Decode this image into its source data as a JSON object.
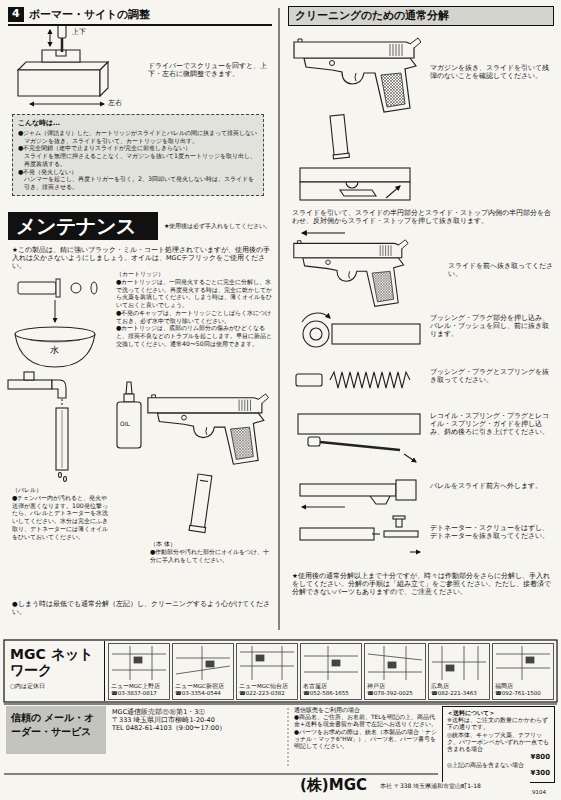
{
  "diagram": {
    "nodes": [
      {
        "text": [
          "4",
          "ボーマー・サイトの調整"
        ]
      },
      {
        "text": [
          "こんな時は…",
          "●ジャム（弾詰まり）した、カートリッジがスライドとバレルの間に挟まって排莢しない",
          "マガジンを抜き、スライドを引いて、カートリッジを取り出す。",
          "●不完全閉鎖（途中で止まりスライドが完全に前進しきらない）",
          "スライドを無理に押さえることなく、マガジンを抜いて1度カートリッジを取り出し、再度装填する。",
          "●不発（発火しない）",
          "ハンマーを起こし、再度トリガーを引く。2、3回叩いて発火しない時は、スライドを引き、排莢させる。"
        ]
      },
      {
        "text": [
          "メンテナンス"
        ]
      },
      {
        "text": [
          "クリーニングのための通常分解"
        ]
      },
      {
        "text": [
          "MGC ネットワーク",
          "○内は定休日"
        ]
      },
      {
        "text": [
          "ニューMGC上野店",
          "☎03-3837-0817"
        ]
      },
      {
        "text": [
          "ニューMGC新宿店",
          "☎03-3354-0544"
        ]
      },
      {
        "text": [
          "ニューMGC仙台店",
          "☎022-223-0382"
        ]
      },
      {
        "text": [
          "名古屋店",
          "☎052-586-1655"
        ]
      },
      {
        "text": [
          "神戸店",
          "☎078-392-0025"
        ]
      },
      {
        "text": [
          "広島店",
          "☎082-221-3463"
        ]
      },
      {
        "text": [
          "福岡店",
          "☎092-761-1500"
        ]
      },
      {
        "text": [
          "信頼の メール・オーダー・サービス"
        ]
      },
      {
        "text": [
          "＜送料について＞",
          "※送料は、ご注文の数量にかかわらず下の通りです。",
          "◎銃本体、キャップ火薬、テフリック、パワーボンベがいずれか一点でも含まれる場合",
          "¥800",
          "◎上記の商品を含まない場合",
          "¥300"
        ]
      }
    ],
    "labels": [
      "上下",
      "左右",
      "ドライバーでスクリューを回すと、上下・左右に微調整できます。",
      "★使用後は必ず手入れをしてください。",
      "★この製品は、錆に強いブラック・ミル・コート処理されていますが、使用後の手入れは欠かさないようにしましょう。オイルは、MGCテフリックをご使用ください。",
      "（カートリッジ）",
      "●カートリッジは、一回発火するごとに完全に分解し、水で洗ってください。再度発火する時は、完全に乾かしてから火薬を装填してください。しまう時は、薄くオイルをひいておくと良いでしょう。",
      "●不発のキャップは、カートリッジごとしばらく水につけておき、必ず水中で取り除いてください。",
      "●カートリッジは、底部のリム部分の傷みがひどくなると、排莢不良などのトラブルを起こします。早目に新品と交換してください。通常40〜50回は使用できます。",
      "水",
      "（バレル）",
      "●チェンバー内が汚れると、発火や送弾が悪くなります。100発位撃ったら、バレルとデトネーターを水洗いしてください。水分は完全にふき取り、デトネーターには薄くオイルをひいておいてください。",
      "OIL",
      "（本 体）",
      "●作動部分や汚れた部分にオイルをつけ、十分に手入れをしてください。",
      "●しまう時は最低でも通常分解（左記）し、クリーニングするよう心がけてください。",
      "マガジンを抜き、スライドを引いて残弾のないことを確認してください。",
      "スライドを引いて、スライドの半円部分とスライド・ストップ内側の半円部分を合わせ、反対側からスライド・ストップを押して抜き取ります。",
      "スライドを前へ抜き取ってください。",
      "ブッシング・プラグ部分を押し込み、バレル・ブッシュを回し、前に抜き取ります。",
      "ブッシング・プラグとスプリングを抜き取ってください。",
      "レコイル・スプリング・プラグとレコイル・スプリング・ガイドを押し込み、斜め後ろに引き上げてください。",
      "バレルをスライド前方へ外します。",
      "デトネーター・スクリューをはずし、デトネーターを抜き取ってください。",
      "★使用後の通常分解以上まで十分ですが、時々は作動部分をさらに分解し、手入れをしてください。分解の手順は「組み立て」をご参照ください。ただし、接着済で分解できないパーツもありますので、ご注意ください。",
      "MGC通信販売部㊐㊗第1・3㊏",
      "〒333 埼玉県川口市柳崎1-20-40",
      "TEL 0482-61-4103（9:00〜17:00）",
      "通信販売をご利用の場合",
      "●商品名、ご住所、お名前、TELを明記の上、商品代金+送料を現金書留か為替で左記へお送りください。",
      "●パーツをお求めの際は、銃名（本製品の場合「ナショナル・マッチ6\"HW」）、パーツ名、パーツ番号を明記してください。",
      "(株)MGC",
      "本社 〒338 埼玉県浦和市堂山町1-18",
      "9104"
    ]
  }
}
